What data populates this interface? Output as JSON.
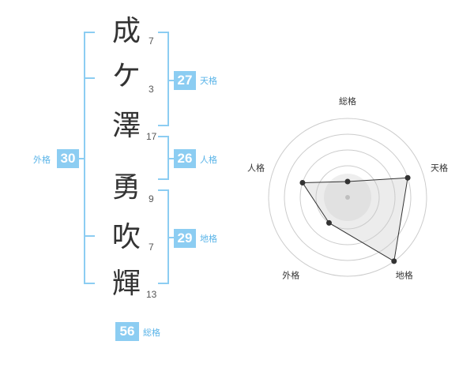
{
  "colors": {
    "accent": "#8ccdf2",
    "badge_bg": "#8ccdf2",
    "label": "#5ab4e8",
    "text": "#333333"
  },
  "name": {
    "surname": [
      {
        "char": "成",
        "strokes": "7"
      },
      {
        "char": "ケ",
        "strokes": "3"
      },
      {
        "char": "澤",
        "strokes": "17"
      }
    ],
    "given": [
      {
        "char": "勇",
        "strokes": "9"
      },
      {
        "char": "吹",
        "strokes": "7"
      },
      {
        "char": "輝",
        "strokes": "13"
      }
    ]
  },
  "fortunes": {
    "tenkaku": {
      "value": "27",
      "label": "天格"
    },
    "jinkaku": {
      "value": "26",
      "label": "人格"
    },
    "chikaku": {
      "value": "29",
      "label": "地格"
    },
    "gaikaku": {
      "value": "30",
      "label": "外格"
    },
    "soukaku": {
      "value": "56",
      "label": "総格"
    }
  },
  "radar": {
    "axes": [
      "総格",
      "天格",
      "地格",
      "外格",
      "人格"
    ],
    "values": [
      1,
      4,
      5,
      2,
      3
    ],
    "max": 5
  }
}
